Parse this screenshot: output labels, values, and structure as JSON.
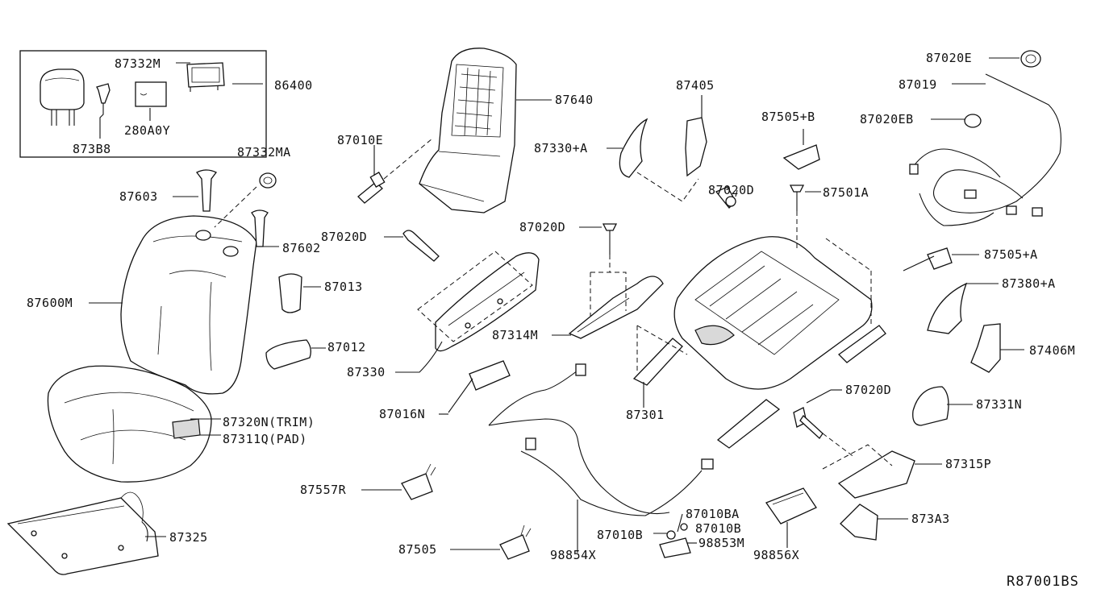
{
  "diagram": {
    "code": "R87001BS",
    "labels": {
      "p87332M": "87332M",
      "p86400": "86400",
      "p280A0Y": "280A0Y",
      "p873B8": "873B8",
      "p87332MA": "87332MA",
      "p87603": "87603",
      "p87602": "87602",
      "p87600M": "87600M",
      "p87013": "87013",
      "p87012": "87012",
      "p87320N": "87320N(TRIM)",
      "p87311Q": "87311Q(PAD)",
      "p87325": "87325",
      "p87640": "87640",
      "p87010E": "87010E",
      "p87020D_a": "87020D",
      "p87330": "87330",
      "p87016N": "87016N",
      "p87557R": "87557R",
      "p87505": "87505",
      "p98854X": "98854X",
      "p87020D_b": "87020D",
      "p87314M": "87314M",
      "p87301": "87301",
      "p87405": "87405",
      "p87330A": "87330+A",
      "p87020D_c": "87020D",
      "p87505B": "87505+B",
      "p87501A": "87501A",
      "p87020E": "87020E",
      "p87019": "87019",
      "p87020EB": "87020EB",
      "p87505A": "87505+A",
      "p87380A": "87380+A",
      "p87406M": "87406M",
      "p87020D_d": "87020D",
      "p87331N": "87331N",
      "p87315P": "87315P",
      "p873A3": "873A3",
      "p87010BA": "87010BA",
      "p87010B_a": "87010B",
      "p87010B_b": "87010B",
      "p98853M": "98853M",
      "p98856X": "98856X"
    }
  }
}
